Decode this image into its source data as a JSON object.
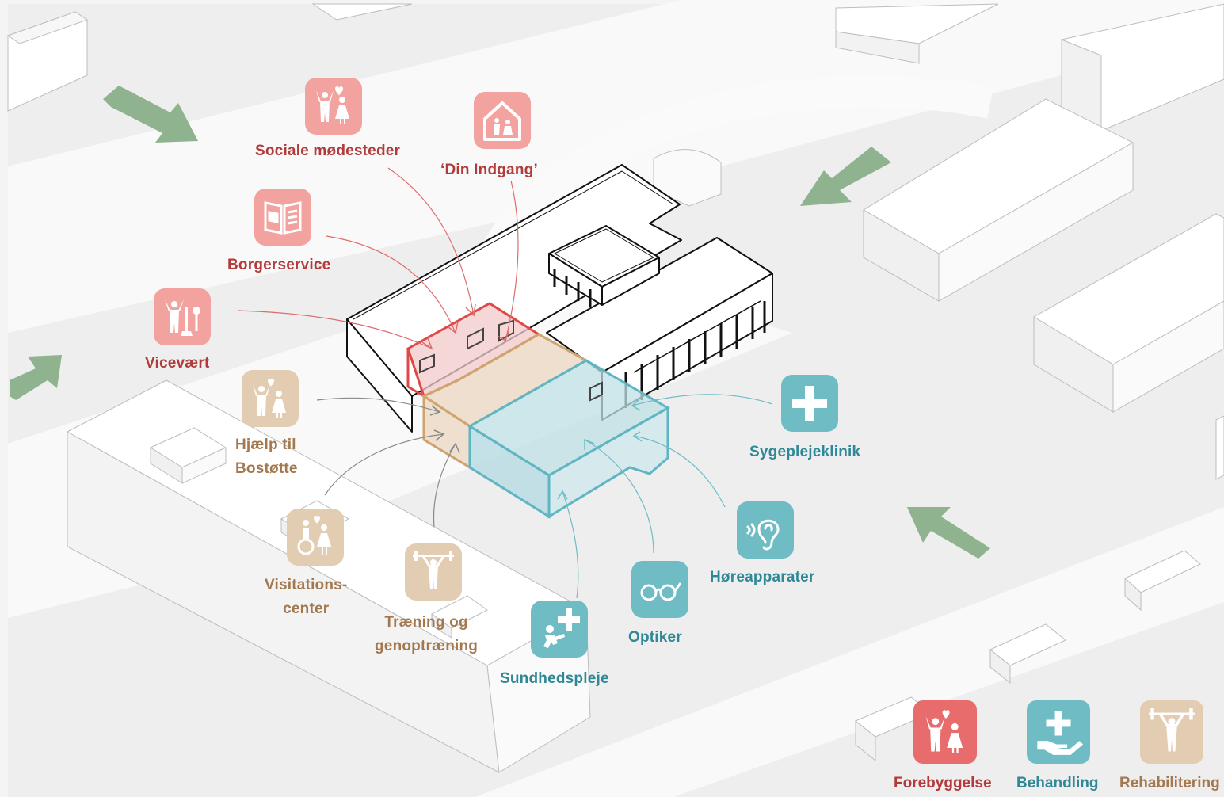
{
  "colors": {
    "red": "#e37070",
    "red_light": "#f0a8a3",
    "red_text": "#b33a3a",
    "tan": "#d8bd9c",
    "tan_text": "#a3784e",
    "teal": "#6fbcc4",
    "teal_text": "#2f8896",
    "arrow_green": "#8fb38f"
  },
  "labels": {
    "sociale": "Sociale mødesteder",
    "din_indgang": "‘Din Indgang’",
    "borgerservice": "Borgerservice",
    "vicevaert": "Vicevært",
    "hjaelp_1": "Hjælp til",
    "hjaelp_2": "Bostøtte",
    "visitation_1": "Visitations-",
    "visitation_2": "center",
    "traening_1": "Træning og",
    "traening_2": "genoptræning",
    "sundhedspleje": "Sundhedspleje",
    "optiker": "Optiker",
    "hoereapparater": "Høreapparater",
    "sygeplejeklinik": "Sygeplejeklinik"
  },
  "icons": {
    "sociale": "people-heart-icon",
    "din_indgang": "house-family-icon",
    "borgerservice": "book-icon",
    "vicevaert": "person-tools-icon",
    "hjaelp": "people-heart-icon",
    "visitation": "wheelchair-people-icon",
    "traening": "weightlifter-icon",
    "sundhedspleje": "baby-cross-icon",
    "optiker": "glasses-icon",
    "hoereapparater": "ear-icon",
    "sygeplejeklinik": "medical-cross-icon"
  },
  "legend": {
    "forebyggelse": "Forebyggelse",
    "behandling": "Behandling",
    "rehabilitering": "Rehabilitering"
  }
}
